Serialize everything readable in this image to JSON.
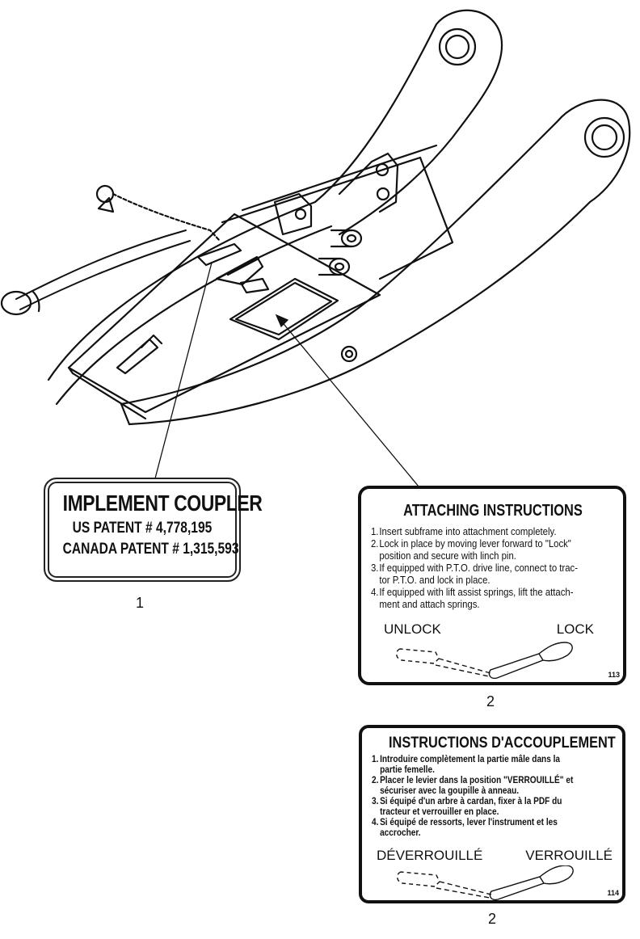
{
  "decal_1": {
    "title": "IMPLEMENT COUPLER",
    "line_1": "US PATENT # 4,778,195",
    "line_2": "CANADA PATENT # 1,315,593",
    "callout": "1"
  },
  "decal_2": {
    "title": "ATTACHING INSTRUCTIONS",
    "steps": [
      {
        "num": "1.",
        "text": "Insert subframe into attachment completely."
      },
      {
        "num": "2.",
        "text": "Lock in place by moving lever forward to \"Lock\"",
        "cont": "position and secure with linch pin."
      },
      {
        "num": "3.",
        "text": "If equipped with P.T.O. drive line, connect to trac-",
        "cont": "tor P.T.O. and lock in place."
      },
      {
        "num": "4.",
        "text": "If equipped with lift assist springs, lift the attach-",
        "cont": "ment and attach springs."
      }
    ],
    "unlock_label": "UNLOCK",
    "lock_label": "LOCK",
    "decal_number": "113",
    "callout": "2"
  },
  "decal_3": {
    "title": "INSTRUCTIONS D'ACCOUPLEMENT",
    "steps": [
      {
        "num": "1.",
        "text": "Introduire complètement la partie mâle dans la",
        "cont": "partie femelle."
      },
      {
        "num": "2.",
        "text": "Placer le levier dans la position \"VERROUILLÉ\" et",
        "cont": "sécuriser avec la goupille à anneau."
      },
      {
        "num": "3.",
        "text": "Si équipé d'un arbre à cardan, fixer à la PDF du",
        "cont": "tracteur et verrouiller en place."
      },
      {
        "num": "4.",
        "text": "Si équipé de ressorts, lever l'instrument et les",
        "cont": "accrocher."
      }
    ],
    "unlock_label": "DÉVERROUILLÉ",
    "lock_label": "VERROUILLÉ",
    "decal_number": "114",
    "callout": "2"
  }
}
